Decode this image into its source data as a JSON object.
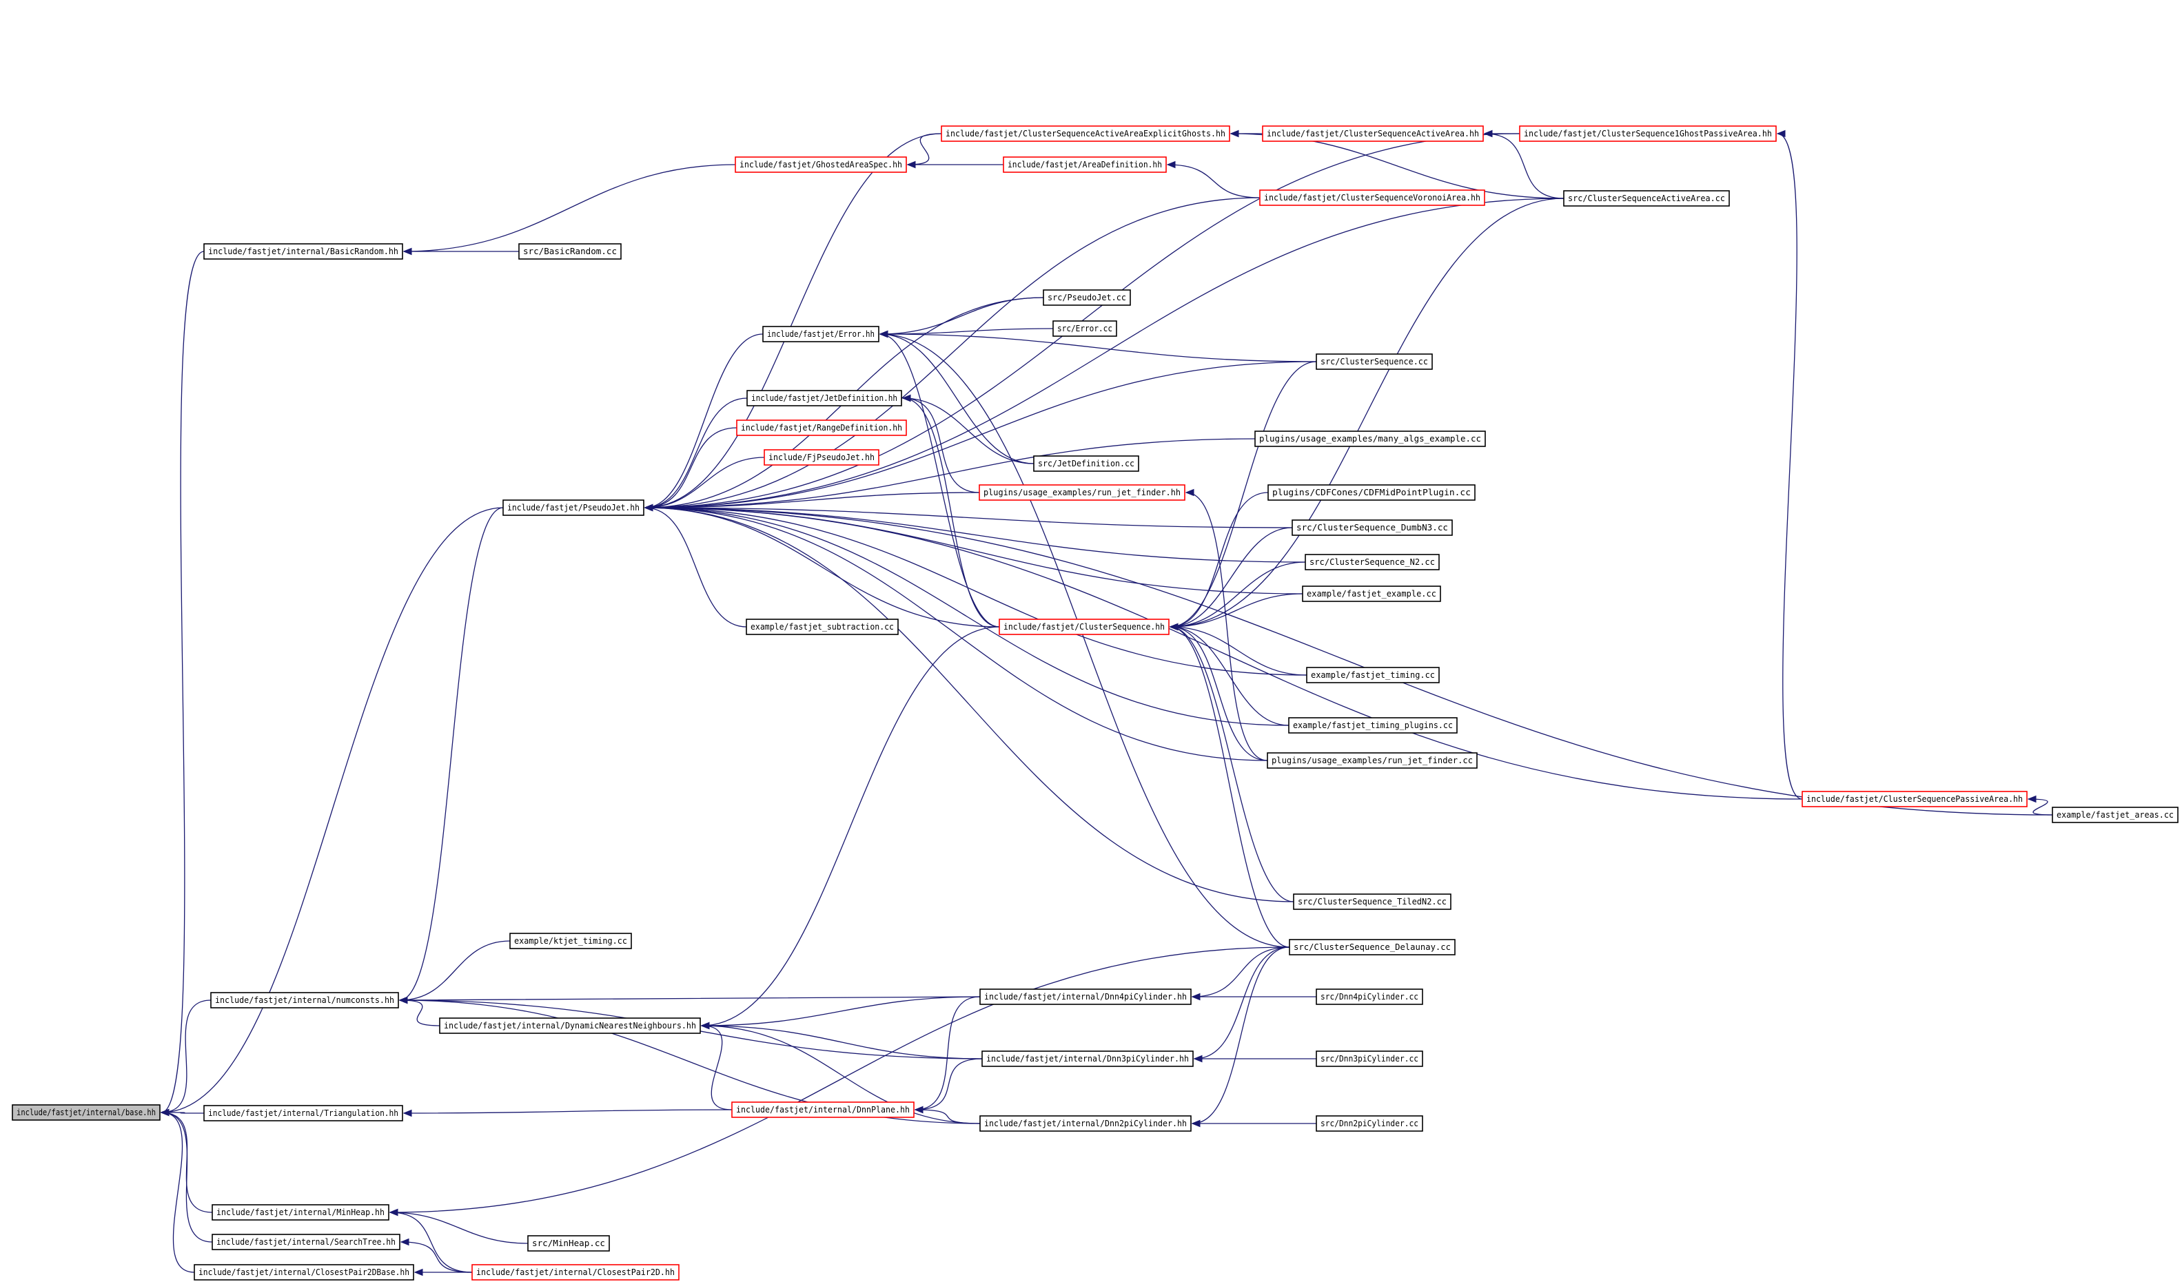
{
  "graph": {
    "title": "",
    "nodes": [
      {
        "id": "base",
        "label": "include/fastjet/internal/base.hh",
        "style": "root"
      },
      {
        "id": "basicrandom_hh",
        "label": "include/fastjet/internal/BasicRandom.hh",
        "style": "plain"
      },
      {
        "id": "basicrandom_cc",
        "label": "src/BasicRandom.cc",
        "style": "plain"
      },
      {
        "id": "ghosted",
        "label": "include/fastjet/GhostedAreaSpec.hh",
        "style": "red"
      },
      {
        "id": "csaaeg",
        "label": "include/fastjet/ClusterSequenceActiveAreaExplicitGhosts.hh",
        "style": "red"
      },
      {
        "id": "csaa_hh",
        "label": "include/fastjet/ClusterSequenceActiveArea.hh",
        "style": "red"
      },
      {
        "id": "cs1gpa",
        "label": "include/fastjet/ClusterSequence1GhostPassiveArea.hh",
        "style": "red"
      },
      {
        "id": "areadef",
        "label": "include/fastjet/AreaDefinition.hh",
        "style": "red"
      },
      {
        "id": "csva",
        "label": "include/fastjet/ClusterSequenceVoronoiArea.hh",
        "style": "red"
      },
      {
        "id": "csaa_cc",
        "label": "src/ClusterSequenceActiveArea.cc",
        "style": "plain"
      },
      {
        "id": "pseudojet_cc",
        "label": "src/PseudoJet.cc",
        "style": "plain"
      },
      {
        "id": "error_hh",
        "label": "include/fastjet/Error.hh",
        "style": "plain"
      },
      {
        "id": "error_cc",
        "label": "src/Error.cc",
        "style": "plain"
      },
      {
        "id": "cs_cc",
        "label": "src/ClusterSequence.cc",
        "style": "plain"
      },
      {
        "id": "jetdef_hh",
        "label": "include/fastjet/JetDefinition.hh",
        "style": "plain"
      },
      {
        "id": "rangedef",
        "label": "include/fastjet/RangeDefinition.hh",
        "style": "red"
      },
      {
        "id": "fjpseudojet",
        "label": "include/FjPseudoJet.hh",
        "style": "red"
      },
      {
        "id": "manyalgs",
        "label": "plugins/usage_examples/many_algs_example.cc",
        "style": "plain"
      },
      {
        "id": "jetdef_cc",
        "label": "src/JetDefinition.cc",
        "style": "plain"
      },
      {
        "id": "runjetfinder_hh",
        "label": "plugins/usage_examples/run_jet_finder.hh",
        "style": "red"
      },
      {
        "id": "cdfmidpoint",
        "label": "plugins/CDFCones/CDFMidPointPlugin.cc",
        "style": "plain"
      },
      {
        "id": "pseudojet_hh",
        "label": "include/fastjet/PseudoJet.hh",
        "style": "plain"
      },
      {
        "id": "dumbn3",
        "label": "src/ClusterSequence_DumbN3.cc",
        "style": "plain"
      },
      {
        "id": "n2",
        "label": "src/ClusterSequence_N2.cc",
        "style": "plain"
      },
      {
        "id": "fjexample",
        "label": "example/fastjet_example.cc",
        "style": "plain"
      },
      {
        "id": "fjsubtraction",
        "label": "example/fastjet_subtraction.cc",
        "style": "plain"
      },
      {
        "id": "cs_hh",
        "label": "include/fastjet/ClusterSequence.hh",
        "style": "red"
      },
      {
        "id": "fjtiming",
        "label": "example/fastjet_timing.cc",
        "style": "plain"
      },
      {
        "id": "fjtimingplugins",
        "label": "example/fastjet_timing_plugins.cc",
        "style": "plain"
      },
      {
        "id": "runjetfinder_cc",
        "label": "plugins/usage_examples/run_jet_finder.cc",
        "style": "plain"
      },
      {
        "id": "cspa",
        "label": "include/fastjet/ClusterSequencePassiveArea.hh",
        "style": "red"
      },
      {
        "id": "fjareas",
        "label": "example/fastjet_areas.cc",
        "style": "plain"
      },
      {
        "id": "tiledn2",
        "label": "src/ClusterSequence_TiledN2.cc",
        "style": "plain"
      },
      {
        "id": "ktjettiming",
        "label": "example/ktjet_timing.cc",
        "style": "plain"
      },
      {
        "id": "delaunay",
        "label": "src/ClusterSequence_Delaunay.cc",
        "style": "plain"
      },
      {
        "id": "numconsts",
        "label": "include/fastjet/internal/numconsts.hh",
        "style": "plain"
      },
      {
        "id": "dnn4pi_hh",
        "label": "include/fastjet/internal/Dnn4piCylinder.hh",
        "style": "plain"
      },
      {
        "id": "dnn4pi_cc",
        "label": "src/Dnn4piCylinder.cc",
        "style": "plain"
      },
      {
        "id": "dnn",
        "label": "include/fastjet/internal/DynamicNearestNeighbours.hh",
        "style": "plain"
      },
      {
        "id": "dnn3pi_hh",
        "label": "include/fastjet/internal/Dnn3piCylinder.hh",
        "style": "plain"
      },
      {
        "id": "dnn3pi_cc",
        "label": "src/Dnn3piCylinder.cc",
        "style": "plain"
      },
      {
        "id": "triangulation",
        "label": "include/fastjet/internal/Triangulation.hh",
        "style": "plain"
      },
      {
        "id": "dnnplane",
        "label": "include/fastjet/internal/DnnPlane.hh",
        "style": "red"
      },
      {
        "id": "dnn2pi_hh",
        "label": "include/fastjet/internal/Dnn2piCylinder.hh",
        "style": "plain"
      },
      {
        "id": "dnn2pi_cc",
        "label": "src/Dnn2piCylinder.cc",
        "style": "plain"
      },
      {
        "id": "minheap_hh",
        "label": "include/fastjet/internal/MinHeap.hh",
        "style": "plain"
      },
      {
        "id": "searchtree",
        "label": "include/fastjet/internal/SearchTree.hh",
        "style": "plain"
      },
      {
        "id": "minheap_cc",
        "label": "src/MinHeap.cc",
        "style": "plain"
      },
      {
        "id": "cp2dbase",
        "label": "include/fastjet/internal/ClosestPair2DBase.hh",
        "style": "plain"
      },
      {
        "id": "cp2d",
        "label": "include/fastjet/internal/ClosestPair2D.hh",
        "style": "red"
      }
    ],
    "edges": [
      [
        "basicrandom_hh",
        "base"
      ],
      [
        "pseudojet_hh",
        "base"
      ],
      [
        "numconsts",
        "base"
      ],
      [
        "triangulation",
        "base"
      ],
      [
        "minheap_hh",
        "base"
      ],
      [
        "searchtree",
        "base"
      ],
      [
        "cp2dbase",
        "base"
      ],
      [
        "basicrandom_cc",
        "basicrandom_hh"
      ],
      [
        "ghosted",
        "basicrandom_hh"
      ],
      [
        "csaaeg",
        "ghosted"
      ],
      [
        "areadef",
        "ghosted"
      ],
      [
        "csaa_hh",
        "csaaeg"
      ],
      [
        "cs1gpa",
        "csaa_hh"
      ],
      [
        "csaa_cc",
        "csaa_hh"
      ],
      [
        "csaa_cc",
        "csaaeg"
      ],
      [
        "csva",
        "areadef"
      ],
      [
        "cs1gpa",
        "pseudojet_hh"
      ],
      [
        "csaa_cc",
        "pseudojet_hh"
      ],
      [
        "cspa",
        "cs1gpa"
      ],
      [
        "pseudojet_cc",
        "error_hh"
      ],
      [
        "error_cc",
        "error_hh"
      ],
      [
        "cs_cc",
        "error_hh"
      ],
      [
        "jetdef_cc",
        "error_hh"
      ],
      [
        "delaunay",
        "error_hh"
      ],
      [
        "cs_hh",
        "error_hh"
      ],
      [
        "error_hh",
        "pseudojet_hh"
      ],
      [
        "jetdef_hh",
        "pseudojet_hh"
      ],
      [
        "rangedef",
        "pseudojet_hh"
      ],
      [
        "fjpseudojet",
        "pseudojet_hh"
      ],
      [
        "pseudojet_cc",
        "pseudojet_hh"
      ],
      [
        "cs_cc",
        "pseudojet_hh"
      ],
      [
        "manyalgs",
        "pseudojet_hh"
      ],
      [
        "runjetfinder_hh",
        "pseudojet_hh"
      ],
      [
        "dumbn3",
        "pseudojet_hh"
      ],
      [
        "n2",
        "pseudojet_hh"
      ],
      [
        "fjexample",
        "pseudojet_hh"
      ],
      [
        "fjsubtraction",
        "pseudojet_hh"
      ],
      [
        "cs_hh",
        "pseudojet_hh"
      ],
      [
        "fjtiming",
        "pseudojet_hh"
      ],
      [
        "fjtimingplugins",
        "pseudojet_hh"
      ],
      [
        "runjetfinder_cc",
        "pseudojet_hh"
      ],
      [
        "cspa",
        "pseudojet_hh"
      ],
      [
        "fjareas",
        "pseudojet_hh"
      ],
      [
        "tiledn2",
        "pseudojet_hh"
      ],
      [
        "csva",
        "pseudojet_hh"
      ],
      [
        "csaaeg",
        "pseudojet_hh"
      ],
      [
        "jetdef_cc",
        "jetdef_hh"
      ],
      [
        "runjetfinder_hh",
        "jetdef_hh"
      ],
      [
        "cs_hh",
        "jetdef_hh"
      ],
      [
        "runjetfinder_cc",
        "runjetfinder_hh"
      ],
      [
        "cdfmidpoint",
        "cs_hh"
      ],
      [
        "dumbn3",
        "cs_hh"
      ],
      [
        "n2",
        "cs_hh"
      ],
      [
        "fjexample",
        "cs_hh"
      ],
      [
        "fjtiming",
        "cs_hh"
      ],
      [
        "fjtimingplugins",
        "cs_hh"
      ],
      [
        "runjetfinder_cc",
        "cs_hh"
      ],
      [
        "tiledn2",
        "cs_hh"
      ],
      [
        "delaunay",
        "cs_hh"
      ],
      [
        "cs_cc",
        "cs_hh"
      ],
      [
        "csaa_cc",
        "cs_hh"
      ],
      [
        "fjareas",
        "cspa"
      ],
      [
        "ktjettiming",
        "numconsts"
      ],
      [
        "pseudojet_hh",
        "numconsts"
      ],
      [
        "dnn",
        "numconsts"
      ],
      [
        "dnn4pi_hh",
        "numconsts"
      ],
      [
        "dnn3pi_hh",
        "numconsts"
      ],
      [
        "dnn2pi_hh",
        "numconsts"
      ],
      [
        "dnn4pi_cc",
        "dnn4pi_hh"
      ],
      [
        "delaunay",
        "dnn4pi_hh"
      ],
      [
        "dnn4pi_hh",
        "dnn"
      ],
      [
        "dnn3pi_hh",
        "dnn"
      ],
      [
        "dnnplane",
        "dnn"
      ],
      [
        "dnn2pi_hh",
        "dnn"
      ],
      [
        "cs_hh",
        "dnn"
      ],
      [
        "dnn3pi_cc",
        "dnn3pi_hh"
      ],
      [
        "delaunay",
        "dnn3pi_hh"
      ],
      [
        "dnnplane",
        "triangulation"
      ],
      [
        "dnn4pi_hh",
        "dnnplane"
      ],
      [
        "dnn3pi_hh",
        "dnnplane"
      ],
      [
        "dnn2pi_hh",
        "dnnplane"
      ],
      [
        "dnn2pi_cc",
        "dnn2pi_hh"
      ],
      [
        "delaunay",
        "dnn2pi_hh"
      ],
      [
        "minheap_cc",
        "minheap_hh"
      ],
      [
        "cp2d",
        "minheap_hh"
      ],
      [
        "delaunay",
        "minheap_hh"
      ],
      [
        "cp2d",
        "searchtree"
      ],
      [
        "cp2d",
        "cp2dbase"
      ]
    ]
  }
}
